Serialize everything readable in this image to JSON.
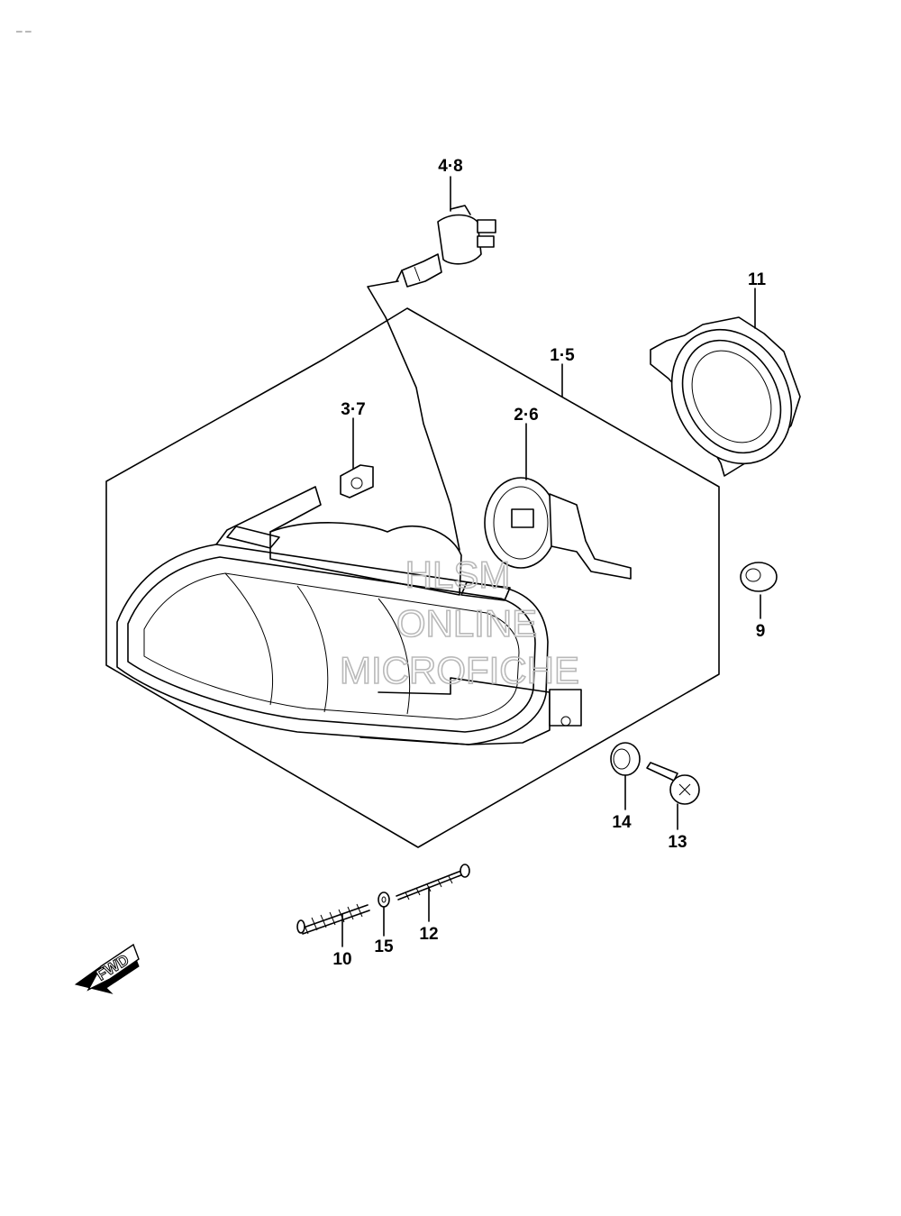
{
  "corner_mark": "– –",
  "callouts": {
    "c48": "4·8",
    "c11": "11",
    "c15": "1·5",
    "c37": "3·7",
    "c26": "2·6",
    "c9": "9",
    "c14": "14",
    "c13": "13",
    "c10": "10",
    "c15b": "15",
    "c12": "12"
  },
  "fwd_label": "FWD",
  "watermark": {
    "line1": "HLSM",
    "line2": "ONLINE",
    "line3": "MICROFICHE"
  }
}
